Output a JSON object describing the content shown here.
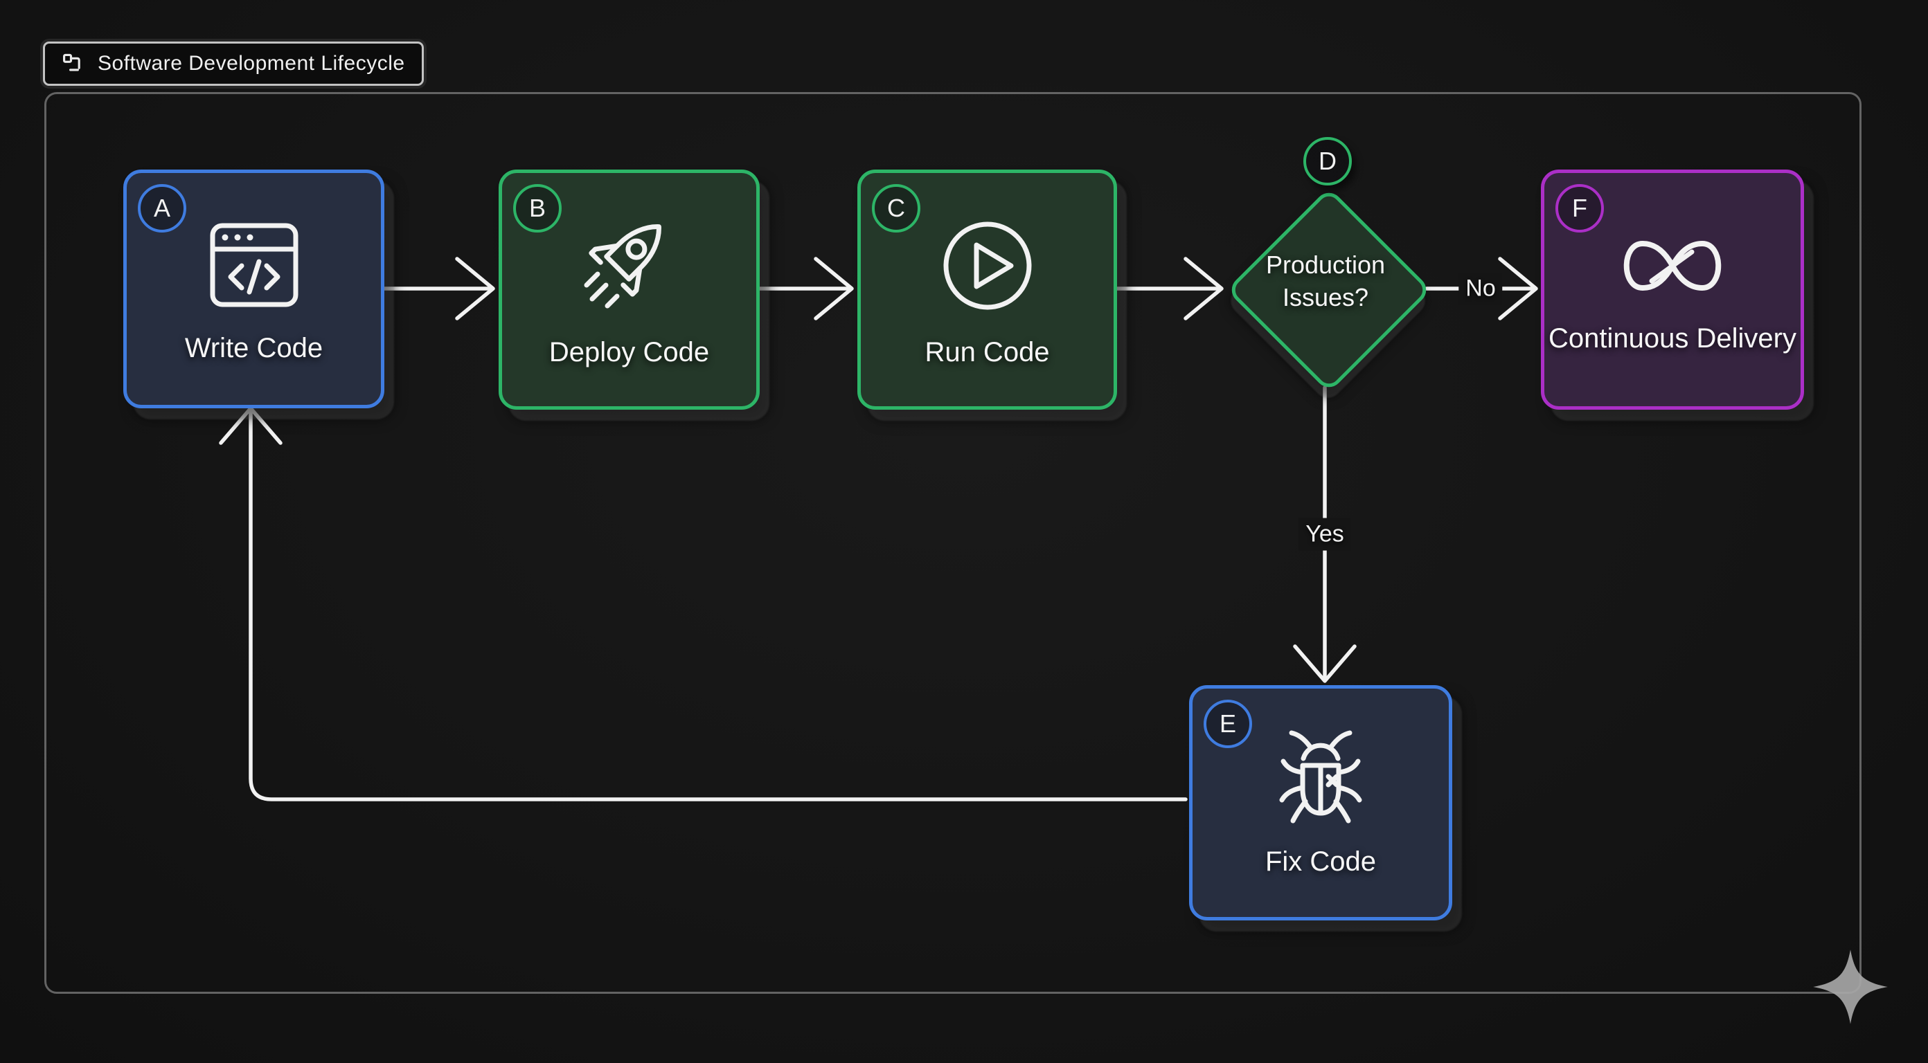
{
  "header": {
    "title": "Software Development Lifecycle",
    "icon": "flow-connector-icon"
  },
  "colors": {
    "accent_blue": "#3f7ce0",
    "accent_green": "#2db567",
    "accent_purple": "#ab2fc7",
    "wire": "#f2f2f2",
    "background": "#151515",
    "frame_border": "#636363"
  },
  "nodes": {
    "A": {
      "badge": "A",
      "label": "Write Code",
      "icon": "code-window-icon",
      "accent": "#3f7ce0",
      "fill": "#272e40",
      "shape": "rect"
    },
    "B": {
      "badge": "B",
      "label": "Deploy Code",
      "icon": "rocket-icon",
      "accent": "#2db567",
      "fill": "#243829",
      "shape": "rect"
    },
    "C": {
      "badge": "C",
      "label": "Run Code",
      "icon": "play-icon",
      "accent": "#2db567",
      "fill": "#243829",
      "shape": "rect"
    },
    "D": {
      "badge": "D",
      "label": "Production Issues?",
      "icon": "",
      "accent": "#2db567",
      "fill": "#223527",
      "shape": "diamond"
    },
    "E": {
      "badge": "E",
      "label": "Fix Code",
      "icon": "bug-icon",
      "accent": "#3f7ce0",
      "fill": "#272e40",
      "shape": "rect"
    },
    "F": {
      "badge": "F",
      "label": "Continuous Delivery",
      "icon": "infinity-icon",
      "accent": "#ab2fc7",
      "fill": "#362440",
      "shape": "rect"
    }
  },
  "edges": {
    "a_b": {
      "from": "A",
      "to": "B",
      "label": ""
    },
    "b_c": {
      "from": "B",
      "to": "C",
      "label": ""
    },
    "c_d": {
      "from": "C",
      "to": "D",
      "label": ""
    },
    "d_f": {
      "from": "D",
      "to": "F",
      "label": "No"
    },
    "d_e": {
      "from": "D",
      "to": "E",
      "label": "Yes"
    },
    "e_a": {
      "from": "E",
      "to": "A",
      "label": ""
    }
  },
  "watermark": {
    "icon": "sparkle-icon"
  }
}
